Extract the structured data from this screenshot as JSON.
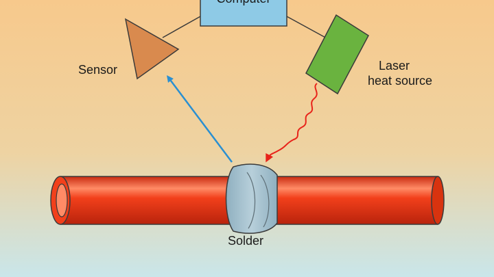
{
  "diagram": {
    "labels": {
      "computer": "Computer",
      "sensor": "Sensor",
      "laser_line1": "Laser",
      "laser_line2": "heat source",
      "solder": "Solder"
    },
    "colors": {
      "background_top": "#f7c98c",
      "background_bottom": "#c9e6ea",
      "computer_box": "#8ecae6",
      "sensor": "#d98a4e",
      "laser": "#6ab33f",
      "pipe": "#f2401b",
      "pipe_highlight": "#ff8b66",
      "solder": "#9db8c6",
      "infrared_arrow": "#e8231a",
      "sensor_arrow": "#2a8fd1",
      "connector": "#3a3a3a"
    }
  }
}
